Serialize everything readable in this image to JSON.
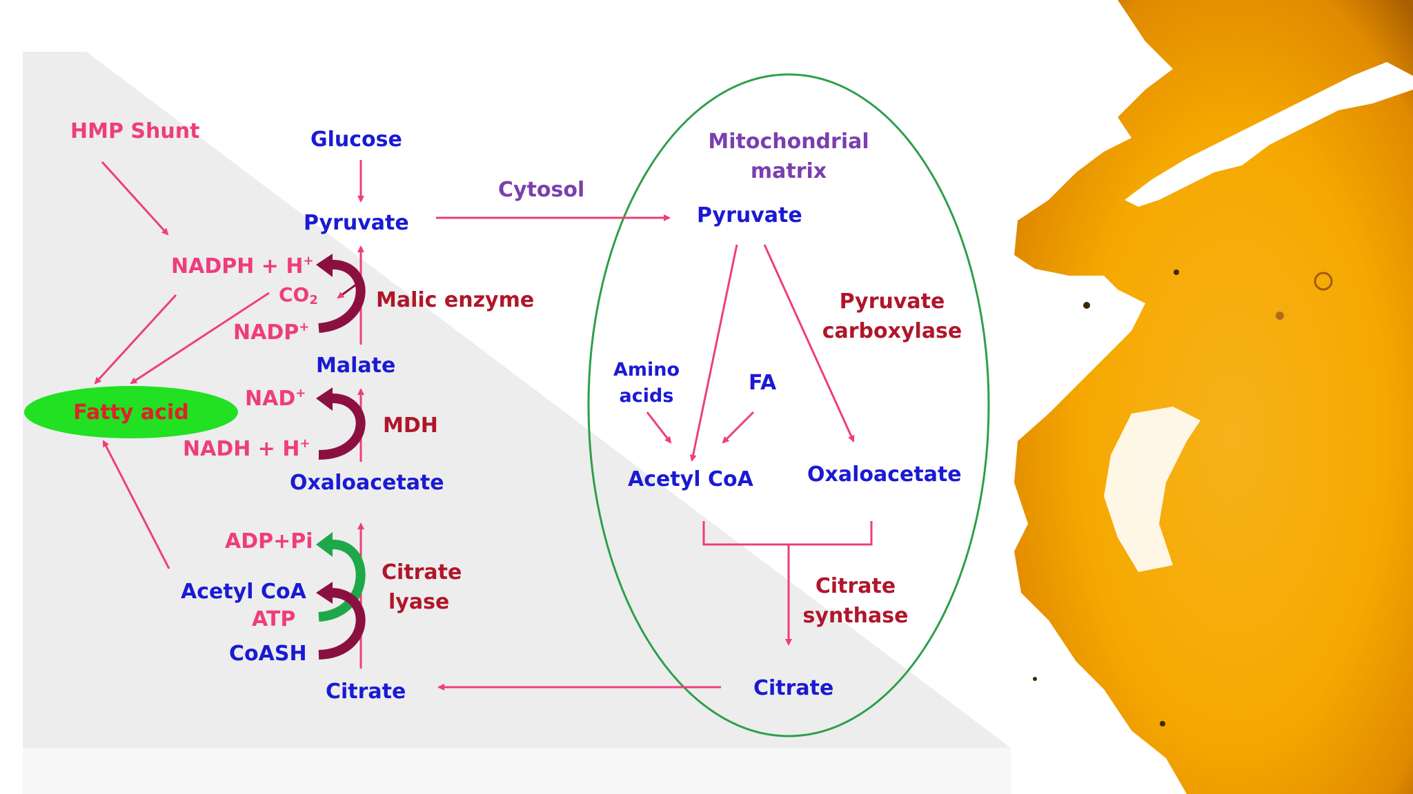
{
  "diagram": {
    "cytosol_label": "Cytosol",
    "mito_label_1": "Mitochondrial",
    "mito_label_2": "matrix",
    "left": {
      "hmp_shunt": "HMP Shunt",
      "glucose": "Glucose",
      "pyruvate": "Pyruvate",
      "nadph": "NADPH + H",
      "nadph_sup": "+",
      "co2": "CO",
      "co2_sub": "2",
      "nadp": "NADP",
      "nadp_sup": "+",
      "malic_enzyme": "Malic enzyme",
      "malate": "Malate",
      "nad": "NAD",
      "nad_sup": "+",
      "mdh": "MDH",
      "nadh": "NADH + H",
      "nadh_sup": "+",
      "oxaloacetate": "Oxaloacetate",
      "fatty_acid": "Fatty acid",
      "adp_pi": "ADP+Pi",
      "citrate_lyase_1": "Citrate",
      "citrate_lyase_2": "lyase",
      "acetyl_coa": "Acetyl CoA",
      "atp": "ATP",
      "coash": "CoASH",
      "citrate": "Citrate"
    },
    "right": {
      "pyruvate": "Pyruvate",
      "pyruvate_carboxylase_1": "Pyruvate",
      "pyruvate_carboxylase_2": "carboxylase",
      "amino_acids_1": "Amino",
      "amino_acids_2": "acids",
      "fa": "FA",
      "acetyl_coa": "Acetyl CoA",
      "oxaloacetate": "Oxaloacetate",
      "citrate_synthase_1": "Citrate",
      "citrate_synthase_2": "synthase",
      "citrate": "Citrate"
    }
  },
  "colors": {
    "metabolite": "#1a1ad4",
    "cofactor": "#ee3d7c",
    "enzyme": "#b0162a",
    "compartment": "#7a3fae",
    "membrane": "#2e9e4a",
    "fatty_acid_fill": "#22e022",
    "paint_accent": "#f5a800"
  }
}
